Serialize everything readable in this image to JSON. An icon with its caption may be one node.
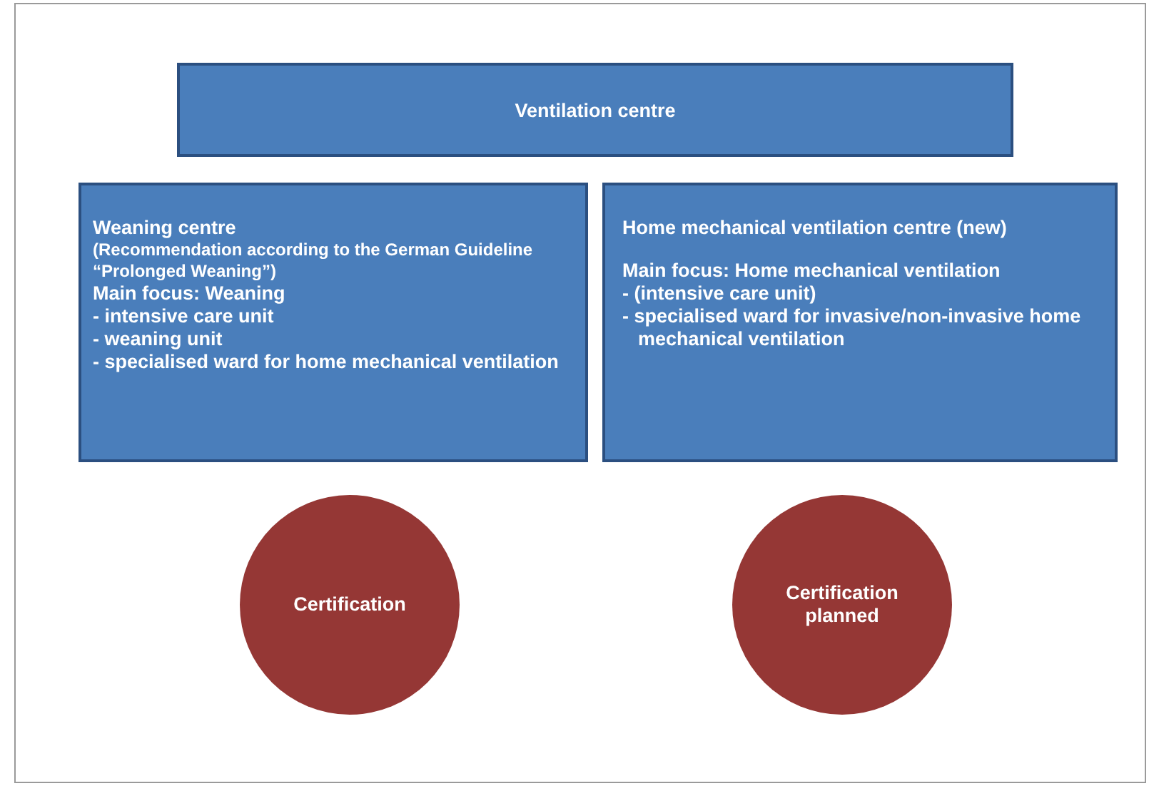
{
  "diagram": {
    "nodes": [
      {
        "text": [
          "Ventilation centre"
        ]
      },
      {
        "text": [
          "Weaning centre",
          "(Recommendation according to the German Guideline “Prolonged Weaning”)",
          "Main focus: Weaning",
          "- intensive care unit",
          "- weaning unit",
          "- specialised ward for home mechanical ventilation"
        ]
      },
      {
        "text": [
          "Home mechanical ventilation centre (new)",
          "Main focus: Home mechanical ventilation",
          "- (intensive care unit)",
          "- specialised ward for invasive/non-invasive home mechanical ventilation"
        ]
      },
      {
        "text": [
          "Certification"
        ]
      },
      {
        "text": [
          "Certification planned"
        ]
      }
    ]
  }
}
